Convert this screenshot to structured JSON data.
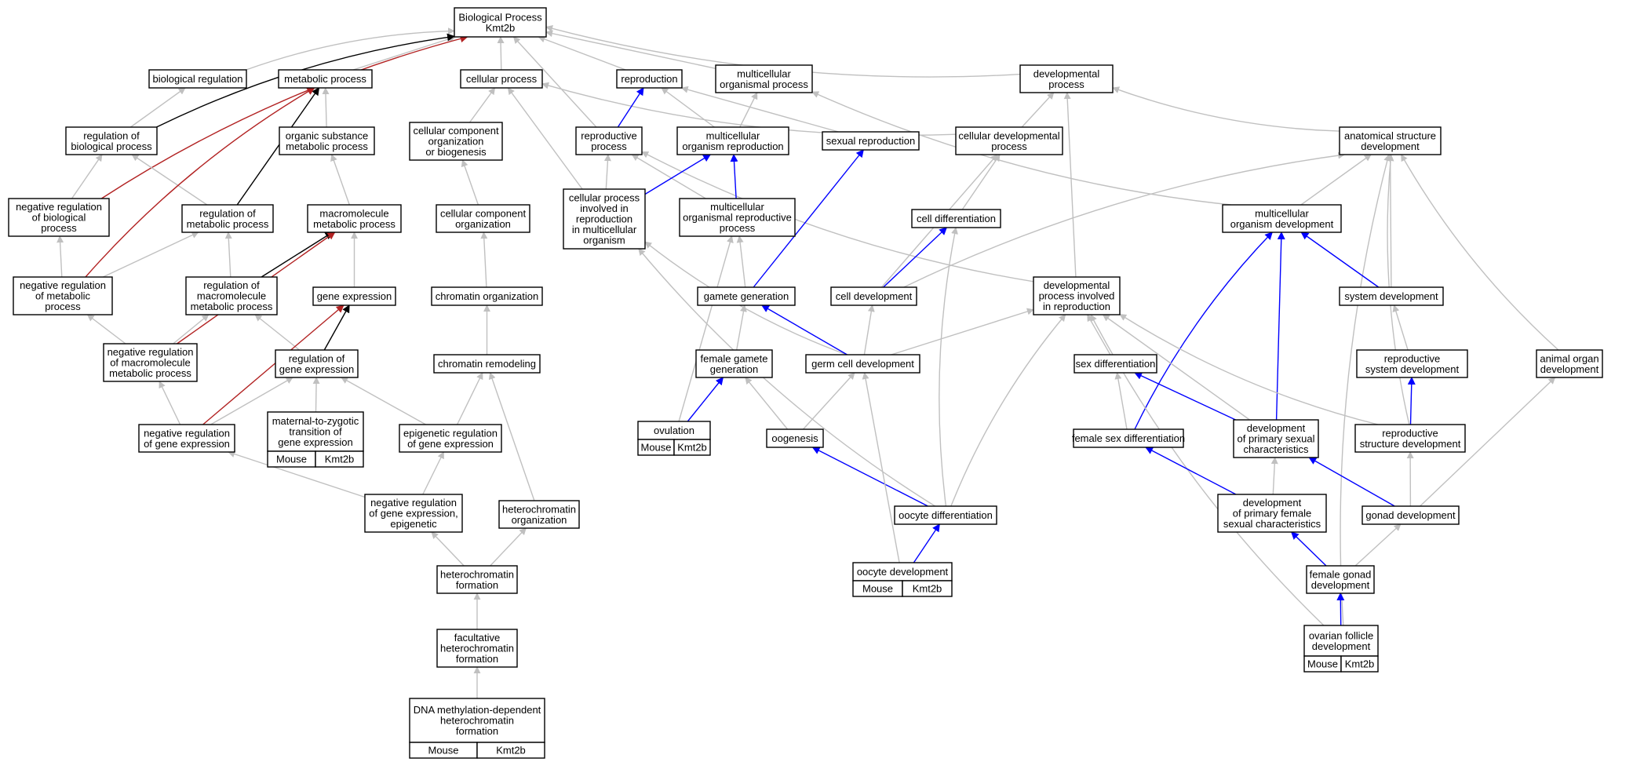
{
  "graph": {
    "colors": {
      "gray": "#c0c0c0",
      "blue": "#0000ff",
      "red": "#b22222",
      "black": "#000000",
      "annot": "#add8e6"
    },
    "nodes": [
      {
        "id": "bp",
        "lines": [
          "Biological Process",
          "Kmt2b"
        ]
      },
      {
        "id": "bioreg",
        "lines": [
          "biological regulation"
        ]
      },
      {
        "id": "metab",
        "lines": [
          "metabolic process"
        ]
      },
      {
        "id": "cellproc",
        "lines": [
          "cellular process"
        ]
      },
      {
        "id": "repro",
        "lines": [
          "reproduction"
        ]
      },
      {
        "id": "multiorg",
        "lines": [
          "multicellular",
          "organismal process"
        ]
      },
      {
        "id": "devproc",
        "lines": [
          "developmental",
          "process"
        ]
      },
      {
        "id": "regbp",
        "lines": [
          "regulation of",
          "biological process"
        ]
      },
      {
        "id": "orgsub",
        "lines": [
          "organic substance",
          "metabolic process"
        ]
      },
      {
        "id": "ccorg",
        "lines": [
          "cellular component",
          "organization",
          "or biogenesis"
        ]
      },
      {
        "id": "reprodproc",
        "lines": [
          "reproductive",
          "process"
        ]
      },
      {
        "id": "mor",
        "lines": [
          "multicellular",
          "organism reproduction"
        ]
      },
      {
        "id": "sexrep",
        "lines": [
          "sexual reproduction"
        ]
      },
      {
        "id": "celldevproc",
        "lines": [
          "cellular developmental",
          "process"
        ]
      },
      {
        "id": "anatstruct",
        "lines": [
          "anatomical structure",
          "development"
        ]
      },
      {
        "id": "negregbp",
        "lines": [
          "negative regulation",
          "of biological",
          "process"
        ]
      },
      {
        "id": "regmetab",
        "lines": [
          "regulation of",
          "metabolic process"
        ]
      },
      {
        "id": "macromet",
        "lines": [
          "macromolecule",
          "metabolic process"
        ]
      },
      {
        "id": "ccorg2",
        "lines": [
          "cellular component",
          "organization"
        ]
      },
      {
        "id": "cpinrep",
        "lines": [
          "cellular process",
          "involved in",
          "reproduction",
          "in multicellular",
          "organism"
        ]
      },
      {
        "id": "morp",
        "lines": [
          "multicellular",
          "organismal reproductive",
          "process"
        ]
      },
      {
        "id": "celldiff",
        "lines": [
          "cell differentiation"
        ]
      },
      {
        "id": "multiorgdev",
        "lines": [
          "multicellular",
          "organism development"
        ]
      },
      {
        "id": "negregmet",
        "lines": [
          "negative regulation",
          "of metabolic",
          "process"
        ]
      },
      {
        "id": "regmacro",
        "lines": [
          "regulation of",
          "macromolecule",
          "metabolic process"
        ]
      },
      {
        "id": "geneexp",
        "lines": [
          "gene expression"
        ]
      },
      {
        "id": "chromorg",
        "lines": [
          "chromatin organization"
        ]
      },
      {
        "id": "gamgen",
        "lines": [
          "gamete generation"
        ]
      },
      {
        "id": "celldev",
        "lines": [
          "cell development"
        ]
      },
      {
        "id": "devinrep",
        "lines": [
          "developmental",
          "process involved",
          "in reproduction"
        ]
      },
      {
        "id": "sysdev",
        "lines": [
          "system development"
        ]
      },
      {
        "id": "negregmacro",
        "lines": [
          "negative regulation",
          "of macromolecule",
          "metabolic process"
        ]
      },
      {
        "id": "reggeneexp",
        "lines": [
          "regulation of",
          "gene expression"
        ]
      },
      {
        "id": "chromrem",
        "lines": [
          "chromatin remodeling"
        ]
      },
      {
        "id": "femgam",
        "lines": [
          "female gamete",
          "generation"
        ]
      },
      {
        "id": "germcell",
        "lines": [
          "germ cell development"
        ]
      },
      {
        "id": "sexdiff",
        "lines": [
          "sex differentiation"
        ]
      },
      {
        "id": "repsysdev",
        "lines": [
          "reproductive",
          "system development"
        ]
      },
      {
        "id": "animorg",
        "lines": [
          "animal organ",
          "development"
        ]
      },
      {
        "id": "negreggene",
        "lines": [
          "negative regulation",
          "of gene expression"
        ]
      },
      {
        "id": "mzt",
        "lines": [
          "maternal-to-zygotic",
          "transition of",
          "gene expression"
        ],
        "annot": [
          "Mouse",
          "Kmt2b"
        ]
      },
      {
        "id": "epireg",
        "lines": [
          "epigenetic regulation",
          "of gene expression"
        ]
      },
      {
        "id": "ovulation",
        "lines": [
          "ovulation"
        ],
        "annot": [
          "Mouse",
          "Kmt2b"
        ]
      },
      {
        "id": "oogenesis",
        "lines": [
          "oogenesis"
        ]
      },
      {
        "id": "femsexdiff",
        "lines": [
          "female sex differentiation"
        ]
      },
      {
        "id": "devprimsex",
        "lines": [
          "development",
          "of primary sexual",
          "characteristics"
        ]
      },
      {
        "id": "repstructdev",
        "lines": [
          "reproductive",
          "structure development"
        ]
      },
      {
        "id": "negregepi",
        "lines": [
          "negative regulation",
          "of gene expression,",
          "epigenetic"
        ]
      },
      {
        "id": "hetorg",
        "lines": [
          "heterochromatin",
          "organization"
        ]
      },
      {
        "id": "oocytediff",
        "lines": [
          "oocyte differentiation"
        ]
      },
      {
        "id": "devprimfem",
        "lines": [
          "development",
          "of primary female",
          "sexual characteristics"
        ]
      },
      {
        "id": "gonaddev",
        "lines": [
          "gonad development"
        ]
      },
      {
        "id": "hetform",
        "lines": [
          "heterochromatin",
          "formation"
        ]
      },
      {
        "id": "oocytedev",
        "lines": [
          "oocyte development"
        ],
        "annot": [
          "Mouse",
          "Kmt2b"
        ]
      },
      {
        "id": "femgonad",
        "lines": [
          "female gonad",
          "development"
        ]
      },
      {
        "id": "facult",
        "lines": [
          "facultative",
          "heterochromatin",
          "formation"
        ]
      },
      {
        "id": "ovfoll",
        "lines": [
          "ovarian follicle",
          "development"
        ],
        "annot": [
          "Mouse",
          "Kmt2b"
        ]
      },
      {
        "id": "dnameth",
        "lines": [
          "DNA methylation-dependent",
          "heterochromatin",
          "formation"
        ],
        "annot": [
          "Mouse",
          "Kmt2b"
        ]
      }
    ],
    "edges": [
      {
        "from": "bioreg",
        "to": "bp",
        "color": "gray"
      },
      {
        "from": "metab",
        "to": "bp",
        "color": "gray"
      },
      {
        "from": "cellproc",
        "to": "bp",
        "color": "gray"
      },
      {
        "from": "repro",
        "to": "bp",
        "color": "gray"
      },
      {
        "from": "multiorg",
        "to": "bp",
        "color": "gray"
      },
      {
        "from": "devproc",
        "to": "bp",
        "color": "gray"
      },
      {
        "from": "regbp",
        "to": "bp",
        "color": "black"
      },
      {
        "from": "negregbp",
        "to": "bp",
        "color": "red"
      },
      {
        "from": "reprodproc",
        "to": "bp",
        "color": "gray"
      },
      {
        "from": "regbp",
        "to": "bioreg",
        "color": "gray"
      },
      {
        "from": "negregbp",
        "to": "regbp",
        "color": "gray"
      },
      {
        "from": "regmetab",
        "to": "regbp",
        "color": "gray"
      },
      {
        "from": "orgsub",
        "to": "metab",
        "color": "gray"
      },
      {
        "from": "regmetab",
        "to": "metab",
        "color": "black"
      },
      {
        "from": "negregmet",
        "to": "metab",
        "color": "red"
      },
      {
        "from": "macromet",
        "to": "orgsub",
        "color": "gray"
      },
      {
        "from": "regmetab",
        "to": "regmetab",
        "color": "none"
      },
      {
        "from": "regmacro",
        "to": "regmetab",
        "color": "gray"
      },
      {
        "from": "negregmet",
        "to": "negregbp",
        "color": "gray"
      },
      {
        "from": "negregmet",
        "to": "regmetab",
        "color": "gray"
      },
      {
        "from": "regmacro",
        "to": "macromet",
        "color": "black"
      },
      {
        "from": "negregmacro",
        "to": "macromet",
        "color": "red"
      },
      {
        "from": "geneexp",
        "to": "macromet",
        "color": "gray"
      },
      {
        "from": "negregmacro",
        "to": "negregmet",
        "color": "gray"
      },
      {
        "from": "negregmacro",
        "to": "regmacro",
        "color": "gray"
      },
      {
        "from": "reggeneexp",
        "to": "regmacro",
        "color": "gray"
      },
      {
        "from": "reggeneexp",
        "to": "geneexp",
        "color": "black"
      },
      {
        "from": "negreggene",
        "to": "geneexp",
        "color": "red"
      },
      {
        "from": "negreggene",
        "to": "negregmacro",
        "color": "gray"
      },
      {
        "from": "negreggene",
        "to": "reggeneexp",
        "color": "gray"
      },
      {
        "from": "mzt",
        "to": "reggeneexp",
        "color": "gray"
      },
      {
        "from": "epireg",
        "to": "reggeneexp",
        "color": "gray"
      },
      {
        "from": "negregepi",
        "to": "negreggene",
        "color": "gray"
      },
      {
        "from": "negregepi",
        "to": "epireg",
        "color": "gray"
      },
      {
        "from": "ccorg",
        "to": "cellproc",
        "color": "gray"
      },
      {
        "from": "cpinrep",
        "to": "cellproc",
        "color": "gray"
      },
      {
        "from": "celldevproc",
        "to": "cellproc",
        "color": "gray"
      },
      {
        "from": "ccorg2",
        "to": "ccorg",
        "color": "gray"
      },
      {
        "from": "chromorg",
        "to": "ccorg2",
        "color": "gray"
      },
      {
        "from": "chromrem",
        "to": "chromorg",
        "color": "gray"
      },
      {
        "from": "epireg",
        "to": "chromrem",
        "color": "gray"
      },
      {
        "from": "hetorg",
        "to": "chromrem",
        "color": "gray"
      },
      {
        "from": "hetform",
        "to": "negregepi",
        "color": "gray"
      },
      {
        "from": "hetform",
        "to": "hetorg",
        "color": "gray"
      },
      {
        "from": "facult",
        "to": "hetform",
        "color": "gray"
      },
      {
        "from": "dnameth",
        "to": "facult",
        "color": "gray"
      },
      {
        "from": "reprodproc",
        "to": "repro",
        "color": "blue"
      },
      {
        "from": "mor",
        "to": "repro",
        "color": "gray"
      },
      {
        "from": "sexrep",
        "to": "repro",
        "color": "gray"
      },
      {
        "from": "mor",
        "to": "multiorg",
        "color": "gray"
      },
      {
        "from": "multiorgdev",
        "to": "multiorg",
        "color": "gray"
      },
      {
        "from": "cpinrep",
        "to": "reprodproc",
        "color": "gray"
      },
      {
        "from": "morp",
        "to": "reprodproc",
        "color": "gray"
      },
      {
        "from": "devinrep",
        "to": "reprodproc",
        "color": "gray"
      },
      {
        "from": "cpinrep",
        "to": "mor",
        "color": "blue"
      },
      {
        "from": "morp",
        "to": "mor",
        "color": "blue"
      },
      {
        "from": "gamgen",
        "to": "sexrep",
        "color": "blue"
      },
      {
        "from": "gamgen",
        "to": "morp",
        "color": "gray"
      },
      {
        "from": "ovulation",
        "to": "morp",
        "color": "gray"
      },
      {
        "from": "germcell",
        "to": "cpinrep",
        "color": "gray"
      },
      {
        "from": "oocytediff",
        "to": "cpinrep",
        "color": "gray"
      },
      {
        "from": "femgam",
        "to": "gamgen",
        "color": "gray"
      },
      {
        "from": "germcell",
        "to": "gamgen",
        "color": "blue"
      },
      {
        "from": "ovulation",
        "to": "femgam",
        "color": "blue"
      },
      {
        "from": "oogenesis",
        "to": "femgam",
        "color": "gray"
      },
      {
        "from": "oocytediff",
        "to": "oogenesis",
        "color": "blue"
      },
      {
        "from": "oocytedev",
        "to": "oocytediff",
        "color": "blue"
      },
      {
        "from": "oocytedev",
        "to": "germcell",
        "color": "gray"
      },
      {
        "from": "oogenesis",
        "to": "germcell",
        "color": "gray"
      },
      {
        "from": "germcell",
        "to": "celldev",
        "color": "gray"
      },
      {
        "from": "germcell",
        "to": "devinrep",
        "color": "gray"
      },
      {
        "from": "celldev",
        "to": "celldiff",
        "color": "blue"
      },
      {
        "from": "celldev",
        "to": "celldevproc",
        "color": "gray"
      },
      {
        "from": "celldev",
        "to": "anatstruct",
        "color": "gray"
      },
      {
        "from": "celldiff",
        "to": "celldevproc",
        "color": "gray"
      },
      {
        "from": "oocytediff",
        "to": "celldiff",
        "color": "gray"
      },
      {
        "from": "oocytediff",
        "to": "devinrep",
        "color": "gray"
      },
      {
        "from": "celldevproc",
        "to": "devproc",
        "color": "gray"
      },
      {
        "from": "anatstruct",
        "to": "devproc",
        "color": "gray"
      },
      {
        "from": "devinrep",
        "to": "devproc",
        "color": "gray"
      },
      {
        "from": "multiorgdev",
        "to": "anatstruct",
        "color": "gray"
      },
      {
        "from": "sysdev",
        "to": "anatstruct",
        "color": "gray"
      },
      {
        "from": "animorg",
        "to": "anatstruct",
        "color": "gray"
      },
      {
        "from": "repstructdev",
        "to": "anatstruct",
        "color": "gray"
      },
      {
        "from": "ovfoll",
        "to": "anatstruct",
        "color": "gray"
      },
      {
        "from": "sysdev",
        "to": "multiorgdev",
        "color": "blue"
      },
      {
        "from": "femsexdiff",
        "to": "multiorgdev",
        "color": "blue"
      },
      {
        "from": "devprimsex",
        "to": "multiorgdev",
        "color": "blue"
      },
      {
        "from": "repsysdev",
        "to": "sysdev",
        "color": "gray"
      },
      {
        "from": "repstructdev",
        "to": "repsysdev",
        "color": "blue"
      },
      {
        "from": "sexdiff",
        "to": "devinrep",
        "color": "gray"
      },
      {
        "from": "devprimsex",
        "to": "devinrep",
        "color": "gray"
      },
      {
        "from": "repstructdev",
        "to": "devinrep",
        "color": "gray"
      },
      {
        "from": "ovfoll",
        "to": "devinrep",
        "color": "gray"
      },
      {
        "from": "femsexdiff",
        "to": "sexdiff",
        "color": "gray"
      },
      {
        "from": "devprimsex",
        "to": "sexdiff",
        "color": "blue"
      },
      {
        "from": "devprimfem",
        "to": "femsexdiff",
        "color": "blue"
      },
      {
        "from": "devprimfem",
        "to": "devprimsex",
        "color": "gray"
      },
      {
        "from": "gonaddev",
        "to": "devprimsex",
        "color": "blue"
      },
      {
        "from": "gonaddev",
        "to": "repstructdev",
        "color": "gray"
      },
      {
        "from": "gonaddev",
        "to": "animorg",
        "color": "gray"
      },
      {
        "from": "femgonad",
        "to": "devprimfem",
        "color": "blue"
      },
      {
        "from": "femgonad",
        "to": "gonaddev",
        "color": "gray"
      },
      {
        "from": "ovfoll",
        "to": "femgonad",
        "color": "blue"
      }
    ]
  }
}
